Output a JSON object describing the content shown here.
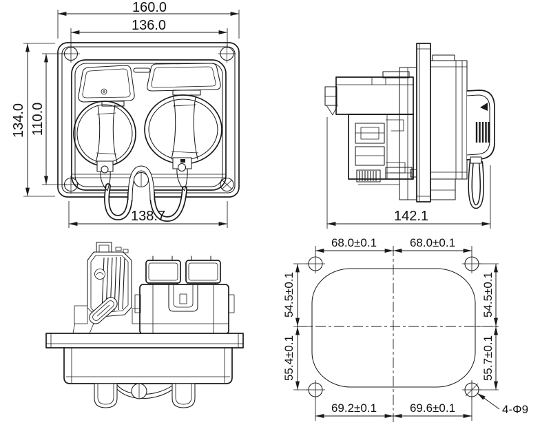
{
  "colors": {
    "background": "#ffffff",
    "line": "#1a1a1a"
  },
  "front_view": {
    "outer_width": "160.0",
    "mount_width": "136.0",
    "outer_height": "134.0",
    "mount_height": "110.0",
    "body_width": "138.7"
  },
  "side_view": {
    "overall_depth": "142.1"
  },
  "cutout_view": {
    "pitch_top_left": "68.0±0.1",
    "pitch_top_right": "68.0±0.1",
    "pitch_left_upper": "54.5±0.1",
    "pitch_left_lower": "55.4±0.1",
    "pitch_right_upper": "54.5±0.1",
    "pitch_right_lower": "55.7±0.1",
    "pitch_bottom_left": "69.2±0.1",
    "pitch_bottom_right": "69.6±0.1",
    "hole_callout": "4-Φ9"
  }
}
